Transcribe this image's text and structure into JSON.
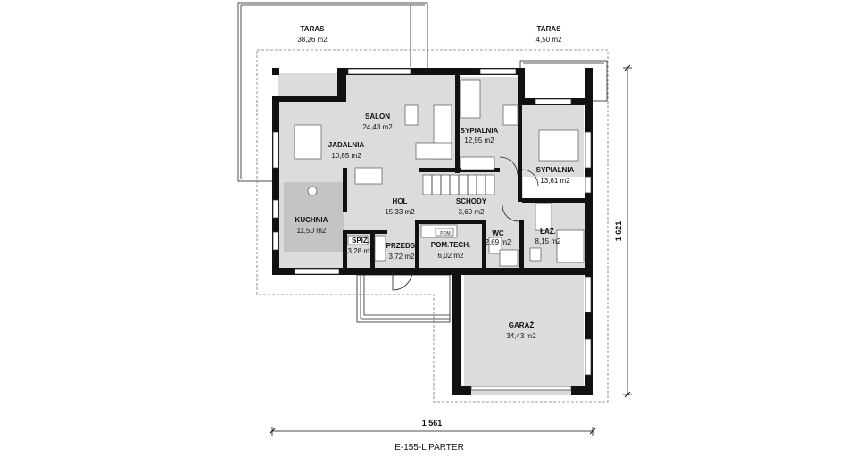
{
  "rooms": {
    "taras1": {
      "name": "TARAS",
      "area": "38,26 m2"
    },
    "taras2": {
      "name": "TARAS",
      "area": "4,50 m2"
    },
    "salon": {
      "name": "SALON",
      "area": "24,43 m2"
    },
    "jadalnia": {
      "name": "JADALNIA",
      "area": "10,85 m2"
    },
    "sypialnia1": {
      "name": "SYPIALNIA",
      "area": "12,95 m2"
    },
    "sypialnia2": {
      "name": "SYPIALNIA",
      "area": "13,61 m2"
    },
    "hol": {
      "name": "HOL",
      "area": "15,33 m2"
    },
    "schody": {
      "name": "SCHODY",
      "area": "3,60 m2"
    },
    "kuchnia": {
      "name": "KUCHNIA",
      "area": "11,50 m2"
    },
    "spiz": {
      "name": "SPIŻ.",
      "area": "3,28 m2"
    },
    "przeds": {
      "name": "PRZEDS.",
      "area": "3,72 m2"
    },
    "pomtech": {
      "name": "POM.TECH.",
      "area": "6,02 m2"
    },
    "wc": {
      "name": "WC",
      "area": "2,69 m2"
    },
    "laz": {
      "name": "ŁAZ.",
      "area": "8,15 m2"
    },
    "garaz": {
      "name": "GARAŻ",
      "area": "34,43 m2"
    }
  },
  "fixtures": {
    "pom_label": "POM"
  },
  "dimensions": {
    "width": "1 561",
    "height": "1 621"
  },
  "caption": "E-155-L PARTER",
  "colors": {
    "floor": "#dcdcdc",
    "wall": "#111111"
  }
}
